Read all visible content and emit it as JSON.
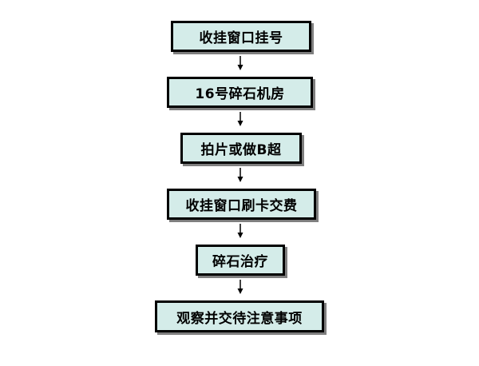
{
  "flowchart": {
    "steps": [
      {
        "label": "收挂窗口挂号"
      },
      {
        "label": "16号碎石机房"
      },
      {
        "label": "拍片或做B超"
      },
      {
        "label": "收挂窗口刷卡交费"
      },
      {
        "label": "碎石治疗"
      },
      {
        "label": "观察并交待注意事项"
      }
    ]
  },
  "colors": {
    "box_fill": "#d4ece9",
    "box_border": "#000000",
    "box_shadow": "#7f7f7f",
    "arrow": "#000000"
  }
}
